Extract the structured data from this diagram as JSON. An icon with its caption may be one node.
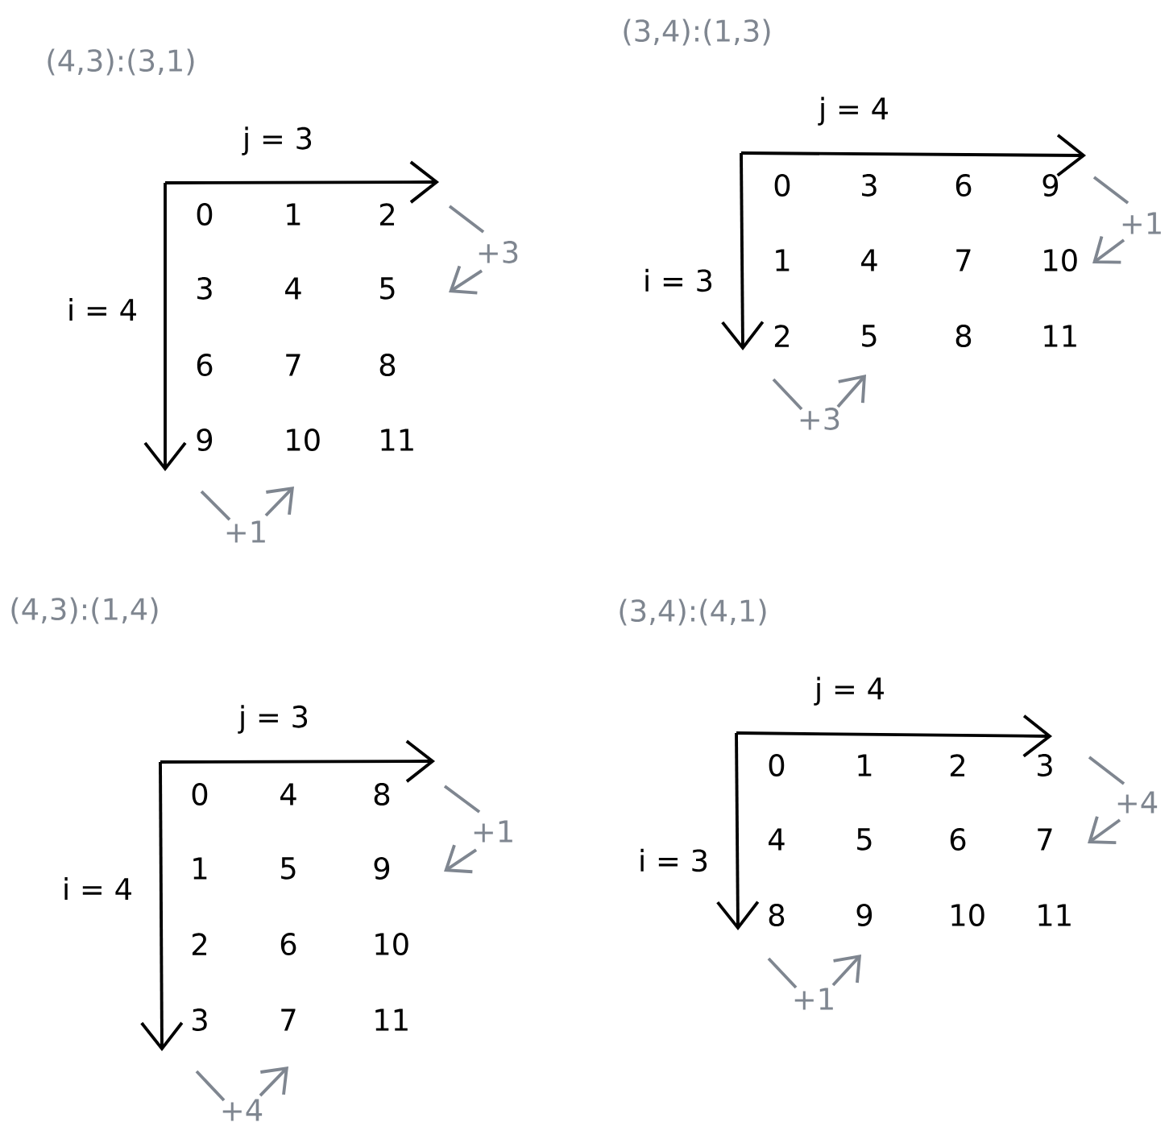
{
  "diagram": {
    "labels": [
      "(4,3):(3,1)",
      "j = 3",
      "i = 4",
      "0",
      "1",
      "2",
      "3",
      "4",
      "5",
      "6",
      "7",
      "8",
      "9",
      "10",
      "11",
      "+3",
      "+1",
      "(3,4):(1,3)",
      "j = 4",
      "i = 3",
      "0",
      "3",
      "6",
      "9",
      "1",
      "4",
      "7",
      "10",
      "2",
      "5",
      "8",
      "11",
      "+1",
      "+3",
      "(4,3):(1,4)",
      "j = 3",
      "i = 4",
      "0",
      "4",
      "8",
      "1",
      "5",
      "9",
      "2",
      "6",
      "10",
      "3",
      "7",
      "11",
      "+1",
      "+4",
      "(3,4):(4,1)",
      "j = 4",
      "i = 3",
      "0",
      "1",
      "2",
      "3",
      "4",
      "5",
      "6",
      "7",
      "8",
      "9",
      "10",
      "11",
      "+4",
      "+1"
    ]
  }
}
